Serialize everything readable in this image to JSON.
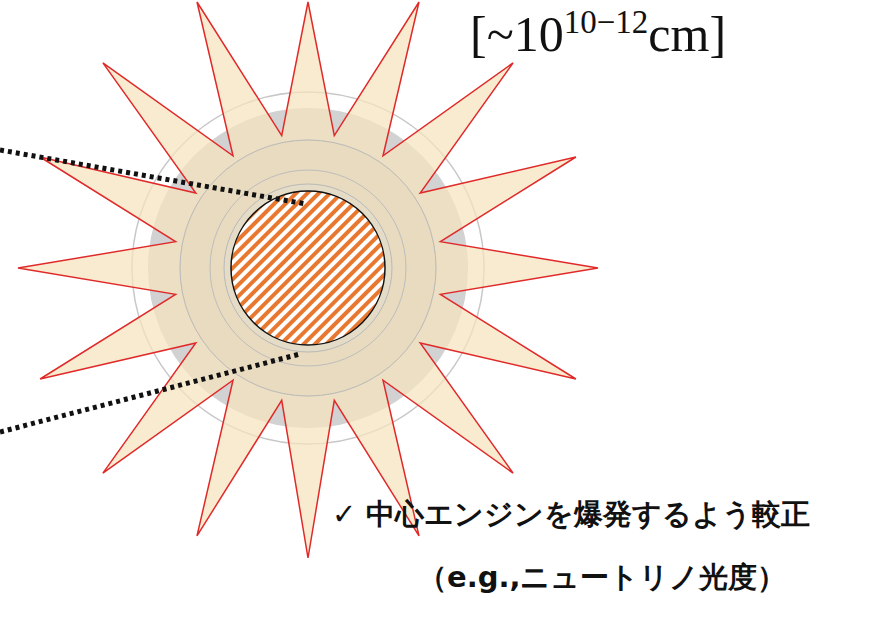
{
  "diagram": {
    "labels": [
      "[~10",
      "10−12",
      "cm]",
      "✓ 中心エンジンを爆発するよう較正",
      "（e.g.,ニュートリノ光度）"
    ]
  }
}
